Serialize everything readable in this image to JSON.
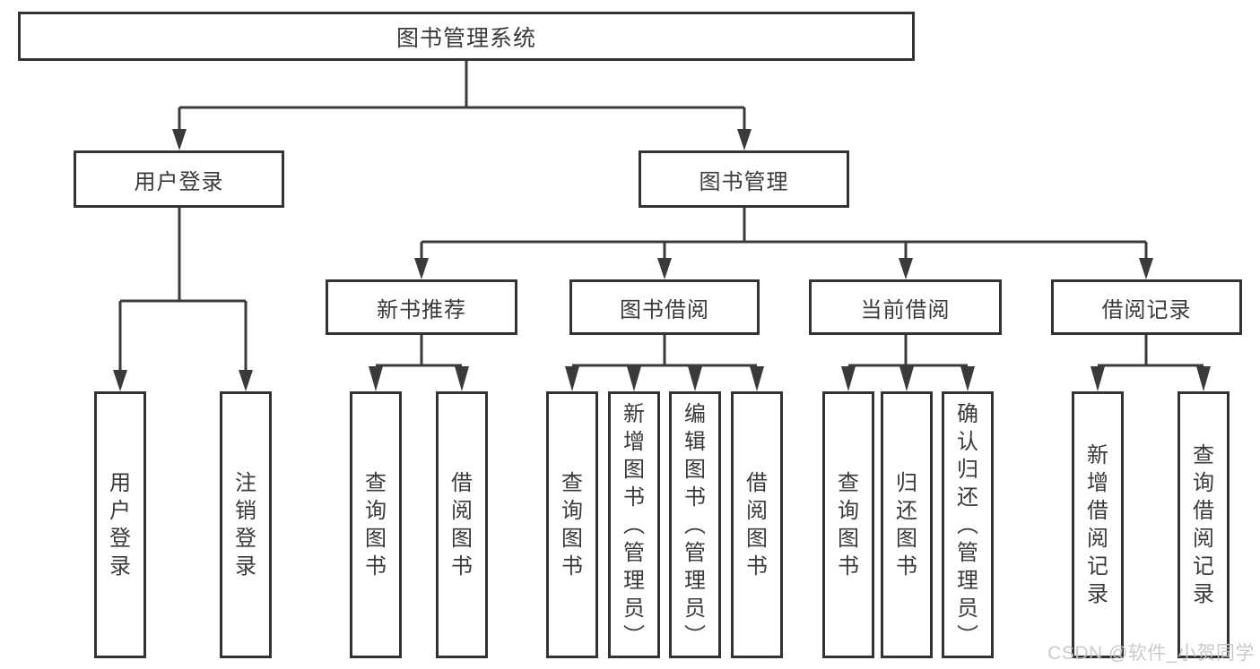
{
  "tree": {
    "root": "图书管理系统",
    "level2": [
      {
        "label": "用户登录",
        "children": [
          "用户登录",
          "注销登录"
        ]
      },
      {
        "label": "图书管理",
        "level3": [
          {
            "label": "新书推荐",
            "children": [
              "查询图书",
              "借阅图书"
            ]
          },
          {
            "label": "图书借阅",
            "children": [
              "查询图书",
              "新增图书（管理员）",
              "编辑图书（管理员）",
              "借阅图书"
            ]
          },
          {
            "label": "当前借阅",
            "children": [
              "查询图书",
              "归还图书",
              "确认归还（管理员）"
            ]
          },
          {
            "label": "借阅记录",
            "children": [
              "新增借阅记录",
              "查询借阅记录"
            ]
          }
        ]
      }
    ]
  },
  "watermark": "CSDN @软件_小贺同学",
  "colors": {
    "line": "#3a3a3a",
    "box_border": "#333333",
    "text": "#3a3a3a",
    "background": "#ffffff",
    "watermark": "#c6c6c6"
  }
}
